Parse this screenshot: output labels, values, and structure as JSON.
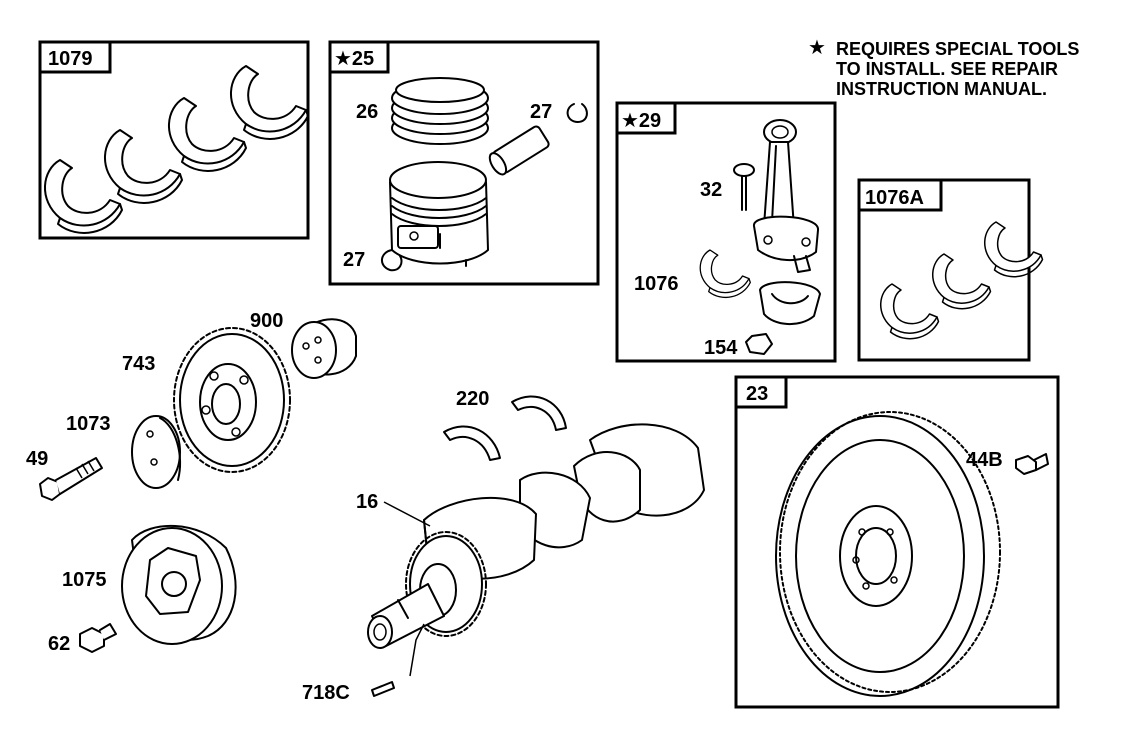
{
  "note": {
    "star": "★",
    "lines": [
      "REQUIRES SPECIAL TOOLS",
      "TO INSTALL.  SEE REPAIR",
      "INSTRUCTION MANUAL."
    ]
  },
  "boxes": {
    "main_bearings": "1079",
    "piston_kit": "★25",
    "connecting_rod": "★29",
    "rod_bearings": "1076A",
    "flywheel": "23"
  },
  "labels": {
    "piston_rings": "26",
    "piston_pin_lock_upper": "27",
    "piston_pin_lock_lower": "27",
    "rod_bolt": "32",
    "rod_bearing": "1076",
    "dipper_nut": "154",
    "governor_cup": "900",
    "cam_gear": "743",
    "gear_washer": "1073",
    "gear_screw": "49",
    "thrust_washers": "220",
    "crankshaft": "16",
    "balancer": "1075",
    "balancer_screw": "62",
    "key": "718C",
    "flywheel_screw": "44B"
  }
}
